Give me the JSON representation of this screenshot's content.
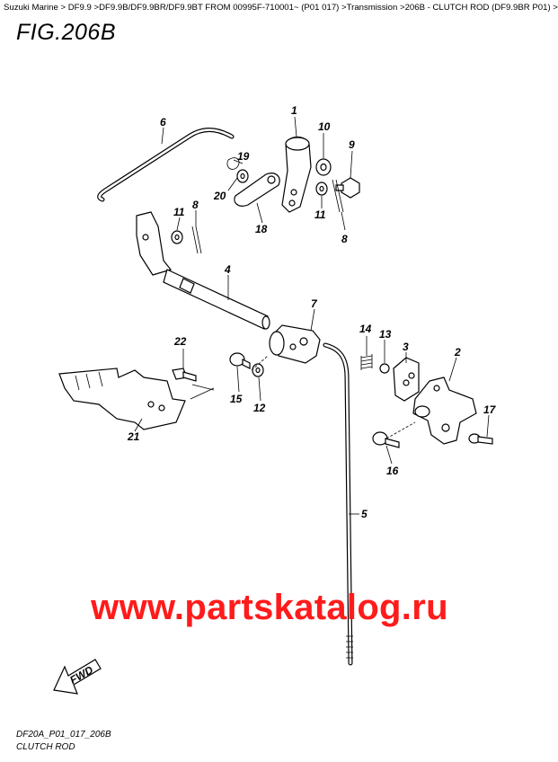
{
  "breadcrumb": "Suzuki Marine > DF9.9 >DF9.9B/DF9.9BR/DF9.9BT FROM 00995F-710001~ (P01 017) >Transmission >206B - CLUTCH ROD (DF9.9BR P01) >",
  "figure_title": "FIG.206B",
  "watermark": "www.partskatalog.ru",
  "direction_label": "FWD",
  "diagram_code": "DF20A_P01_017_206B",
  "diagram_name": "CLUTCH ROD",
  "callouts": {
    "c1": "1",
    "c2": "2",
    "c3": "3",
    "c4": "4",
    "c5": "5",
    "c6": "6",
    "c7": "7",
    "c8a": "8",
    "c8b": "8",
    "c9": "9",
    "c10": "10",
    "c11a": "11",
    "c11b": "11",
    "c12": "12",
    "c13": "13",
    "c14": "14",
    "c15": "15",
    "c16": "16",
    "c17": "17",
    "c18": "18",
    "c19": "19",
    "c20": "20",
    "c21": "21",
    "c22": "22"
  }
}
